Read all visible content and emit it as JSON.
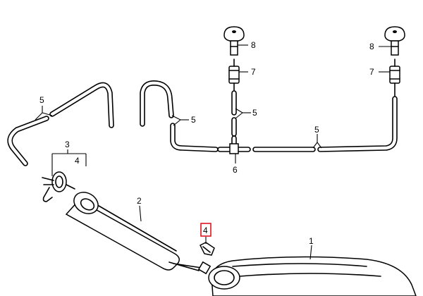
{
  "callouts": {
    "c1": "1",
    "c2": "2",
    "c3": "3",
    "c4_left": "4",
    "c4_highlight": "4",
    "c5_left": "5",
    "c5_mid": "5",
    "c5_center": "5",
    "c5_right": "5",
    "c6": "6",
    "c7_left": "7",
    "c7_right": "7",
    "c8_left": "8",
    "c8_right": "8"
  },
  "highlight_color": "#e0141e"
}
